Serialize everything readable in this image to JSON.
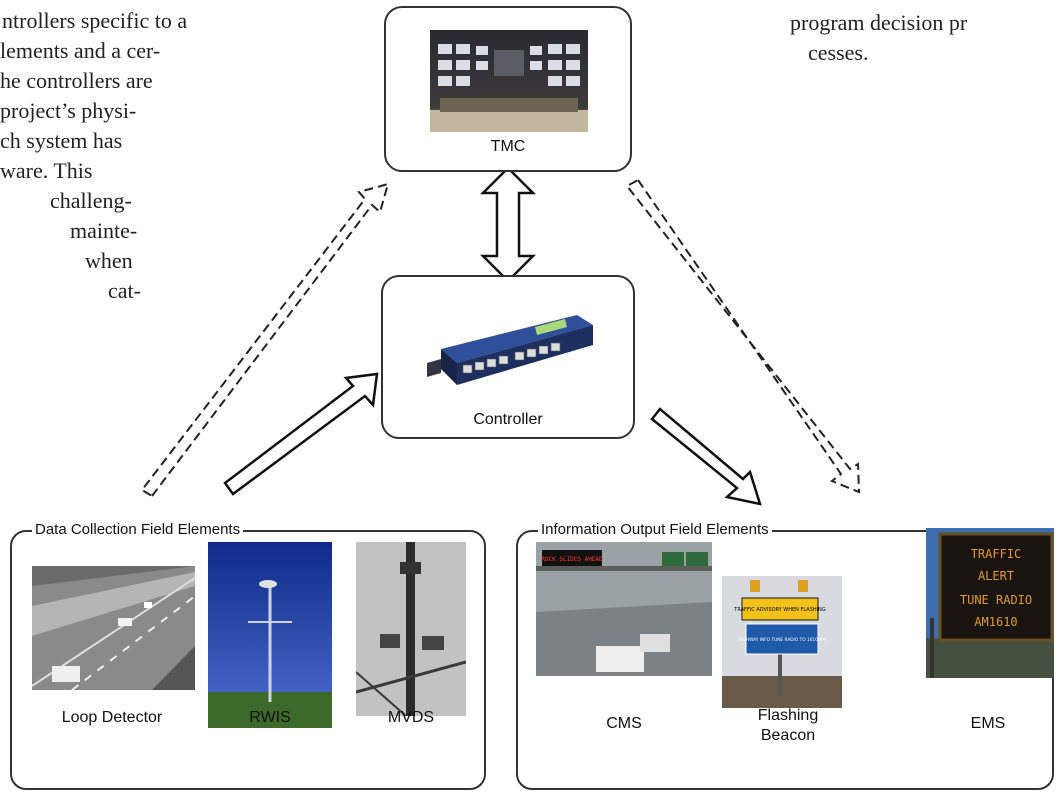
{
  "left_text": {
    "lines": [
      "ntrollers specific to a",
      "lements and a cer-",
      "he controllers are",
      "project’s physi-",
      "ch system has",
      "ware.  This",
      "challeng-",
      "mainte-",
      "when",
      "cat-"
    ]
  },
  "right_text": {
    "lines": [
      "program decision pr",
      "cesses."
    ]
  },
  "nodes": {
    "tmc": "TMC",
    "controller": "Controller"
  },
  "groups": {
    "data_collection": {
      "title": "Data Collection Field Elements",
      "items": [
        "Loop Detector",
        "RWIS",
        "MVDS"
      ]
    },
    "information_output": {
      "title": "Information Output Field Elements",
      "items": [
        "CMS",
        "Flashing Beacon",
        "EMS"
      ]
    }
  },
  "sign_text": {
    "cms_banner": "ROCK SLIDES AHEAD",
    "beacon_top": "TRAFFIC ADVISORY WHEN FLASHING",
    "beacon_bottom": "HIGHWAY INFO TUNE RADIO TO 1610 AM",
    "ems_lines": [
      "TRAFFIC",
      "ALERT",
      "TUNE RADIO",
      "AM1610"
    ]
  }
}
